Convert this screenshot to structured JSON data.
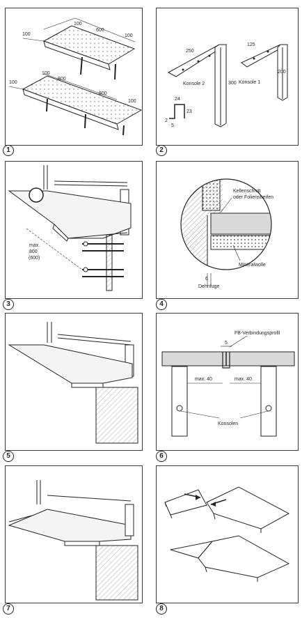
{
  "panels": [
    {
      "number": "1",
      "labels": {
        "a": "100",
        "b": "600",
        "c": "100",
        "d": "100",
        "e": "100",
        "f": "800",
        "g": "800",
        "h": "100",
        "i": "100"
      }
    },
    {
      "number": "2",
      "labels": {
        "a": "250",
        "b": "300",
        "c": "Konsole 2",
        "d": "125",
        "e": "200",
        "f": "Konsole 1",
        "g": "24",
        "h": "23",
        "i": "2",
        "j": "5"
      }
    },
    {
      "number": "3",
      "labels": {
        "a": "max.",
        "b": "800",
        "c": "(600)"
      }
    },
    {
      "number": "4",
      "labels": {
        "a": "Kellenschnitt",
        "b": "oder Folienstreifen",
        "c": "Mineralwolle",
        "d": "6",
        "e": "Dehnfuge"
      }
    },
    {
      "number": "5",
      "labels": {}
    },
    {
      "number": "6",
      "labels": {
        "a": "FB-Verbindungsprofil",
        "b": "5",
        "c": "max. 40",
        "d": "max. 40",
        "e": "Konsolen"
      }
    },
    {
      "number": "7",
      "labels": {}
    },
    {
      "number": "8",
      "labels": {}
    }
  ],
  "colors": {
    "line": "#222222",
    "fill": "#ffffff",
    "hatch": "#555555",
    "stone": "#d9d9d9"
  }
}
